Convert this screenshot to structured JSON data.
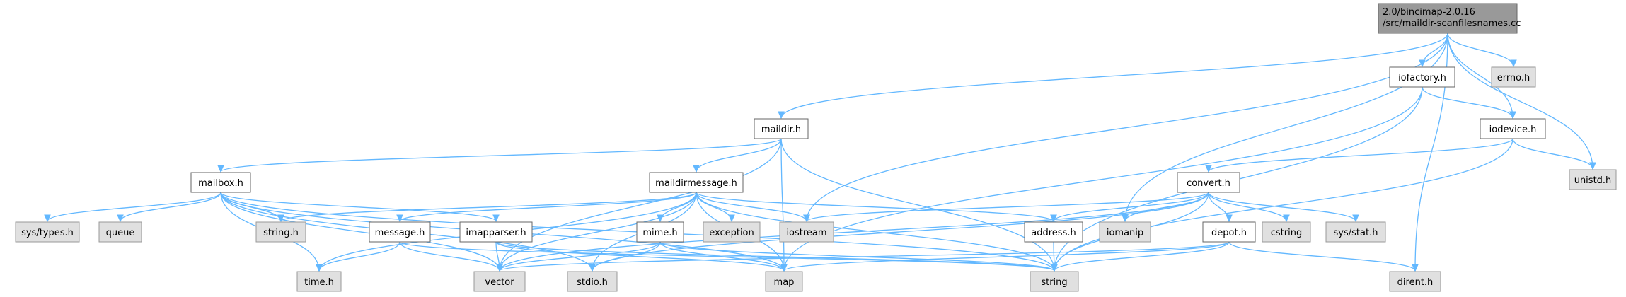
{
  "graph": {
    "root": [
      "2.0/bincimap-2.0.16",
      "/src/maildir-scanfilesnames.cc"
    ],
    "colors": {
      "root_fill": "#999999",
      "local_fill": "#ffffff",
      "system_fill": "#e0e0e0",
      "system_stroke": "#999999",
      "local_stroke": "#666666",
      "edge": "#63b8ff"
    },
    "nodes": [
      {
        "id": "root",
        "label": "2.0/bincimap-2.0.16 /src/maildir-scanfilesnames.cc",
        "kind": "root"
      },
      {
        "id": "iofactory",
        "label": "iofactory.h",
        "kind": "local"
      },
      {
        "id": "errno",
        "label": "errno.h",
        "kind": "system"
      },
      {
        "id": "iodevice",
        "label": "iodevice.h",
        "kind": "local"
      },
      {
        "id": "maildir",
        "label": "maildir.h",
        "kind": "local"
      },
      {
        "id": "unistd",
        "label": "unistd.h",
        "kind": "system"
      },
      {
        "id": "mailbox",
        "label": "mailbox.h",
        "kind": "local"
      },
      {
        "id": "maildirmessage",
        "label": "maildirmessage.h",
        "kind": "local"
      },
      {
        "id": "convert",
        "label": "convert.h",
        "kind": "local"
      },
      {
        "id": "systypes",
        "label": "sys/types.h",
        "kind": "system"
      },
      {
        "id": "queue",
        "label": "queue",
        "kind": "system"
      },
      {
        "id": "stringh",
        "label": "string.h",
        "kind": "system"
      },
      {
        "id": "message",
        "label": "message.h",
        "kind": "local"
      },
      {
        "id": "imapparser",
        "label": "imapparser.h",
        "kind": "local"
      },
      {
        "id": "mime",
        "label": "mime.h",
        "kind": "local"
      },
      {
        "id": "exception",
        "label": "exception",
        "kind": "system"
      },
      {
        "id": "iostream",
        "label": "iostream",
        "kind": "system"
      },
      {
        "id": "address",
        "label": "address.h",
        "kind": "local"
      },
      {
        "id": "iomanip",
        "label": "iomanip",
        "kind": "system"
      },
      {
        "id": "depot",
        "label": "depot.h",
        "kind": "local"
      },
      {
        "id": "cstring",
        "label": "cstring",
        "kind": "system"
      },
      {
        "id": "sysstat",
        "label": "sys/stat.h",
        "kind": "system"
      },
      {
        "id": "timeh",
        "label": "time.h",
        "kind": "system"
      },
      {
        "id": "vector",
        "label": "vector",
        "kind": "system"
      },
      {
        "id": "stdio",
        "label": "stdio.h",
        "kind": "system"
      },
      {
        "id": "map",
        "label": "map",
        "kind": "system"
      },
      {
        "id": "string",
        "label": "string",
        "kind": "system"
      },
      {
        "id": "dirent",
        "label": "dirent.h",
        "kind": "system"
      }
    ],
    "edges": [
      [
        "root",
        "maildir"
      ],
      [
        "root",
        "iostream"
      ],
      [
        "root",
        "iomanip"
      ],
      [
        "root",
        "iofactory"
      ],
      [
        "root",
        "errno"
      ],
      [
        "root",
        "iodevice"
      ],
      [
        "root",
        "unistd"
      ],
      [
        "root",
        "dirent"
      ],
      [
        "iofactory",
        "iodevice"
      ],
      [
        "iofactory",
        "map"
      ],
      [
        "iofactory",
        "string"
      ],
      [
        "iodevice",
        "convert"
      ],
      [
        "iodevice",
        "unistd"
      ],
      [
        "iodevice",
        "string"
      ],
      [
        "maildir",
        "mailbox"
      ],
      [
        "maildir",
        "maildirmessage"
      ],
      [
        "maildir",
        "map"
      ],
      [
        "maildir",
        "string"
      ],
      [
        "maildir",
        "vector"
      ],
      [
        "mailbox",
        "systypes"
      ],
      [
        "mailbox",
        "queue"
      ],
      [
        "mailbox",
        "stringh"
      ],
      [
        "mailbox",
        "imapparser"
      ],
      [
        "mailbox",
        "timeh"
      ],
      [
        "mailbox",
        "vector"
      ],
      [
        "mailbox",
        "stdio"
      ],
      [
        "mailbox",
        "map"
      ],
      [
        "mailbox",
        "string"
      ],
      [
        "maildirmessage",
        "stringh"
      ],
      [
        "maildirmessage",
        "message"
      ],
      [
        "maildirmessage",
        "mime"
      ],
      [
        "maildirmessage",
        "exception"
      ],
      [
        "maildirmessage",
        "iostream"
      ],
      [
        "maildirmessage",
        "address"
      ],
      [
        "maildirmessage",
        "timeh"
      ],
      [
        "maildirmessage",
        "vector"
      ],
      [
        "maildirmessage",
        "stdio"
      ],
      [
        "maildirmessage",
        "map"
      ],
      [
        "maildirmessage",
        "string"
      ],
      [
        "convert",
        "iostream"
      ],
      [
        "convert",
        "address"
      ],
      [
        "convert",
        "iomanip"
      ],
      [
        "convert",
        "depot"
      ],
      [
        "convert",
        "cstring"
      ],
      [
        "convert",
        "sysstat"
      ],
      [
        "convert",
        "vector"
      ],
      [
        "convert",
        "stdio"
      ],
      [
        "convert",
        "string"
      ],
      [
        "message",
        "timeh"
      ],
      [
        "message",
        "vector"
      ],
      [
        "message",
        "string"
      ],
      [
        "imapparser",
        "vector"
      ],
      [
        "imapparser",
        "map"
      ],
      [
        "imapparser",
        "string"
      ],
      [
        "mime",
        "vector"
      ],
      [
        "mime",
        "stdio"
      ],
      [
        "mime",
        "map"
      ],
      [
        "mime",
        "string"
      ],
      [
        "address",
        "string"
      ],
      [
        "depot",
        "vector"
      ],
      [
        "depot",
        "map"
      ],
      [
        "depot",
        "string"
      ],
      [
        "depot",
        "dirent"
      ]
    ]
  }
}
